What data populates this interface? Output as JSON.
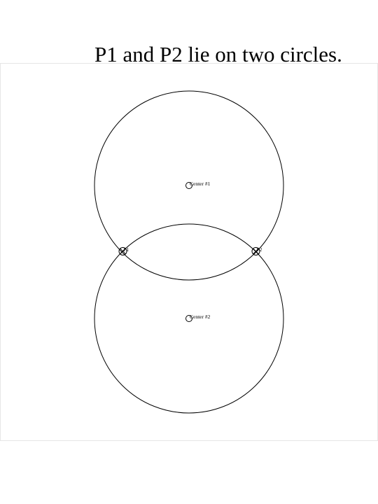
{
  "title": "P1 and P2 lie on two circles.",
  "diagram": {
    "circles": [
      {
        "label": "Center #1"
      },
      {
        "label": "Center #2"
      }
    ],
    "intersections": [
      {
        "label": "P1"
      },
      {
        "label": "P2"
      }
    ],
    "colors": {
      "stroke": "#000000",
      "frame": "#e6e6e6",
      "background": "#ffffff"
    }
  }
}
